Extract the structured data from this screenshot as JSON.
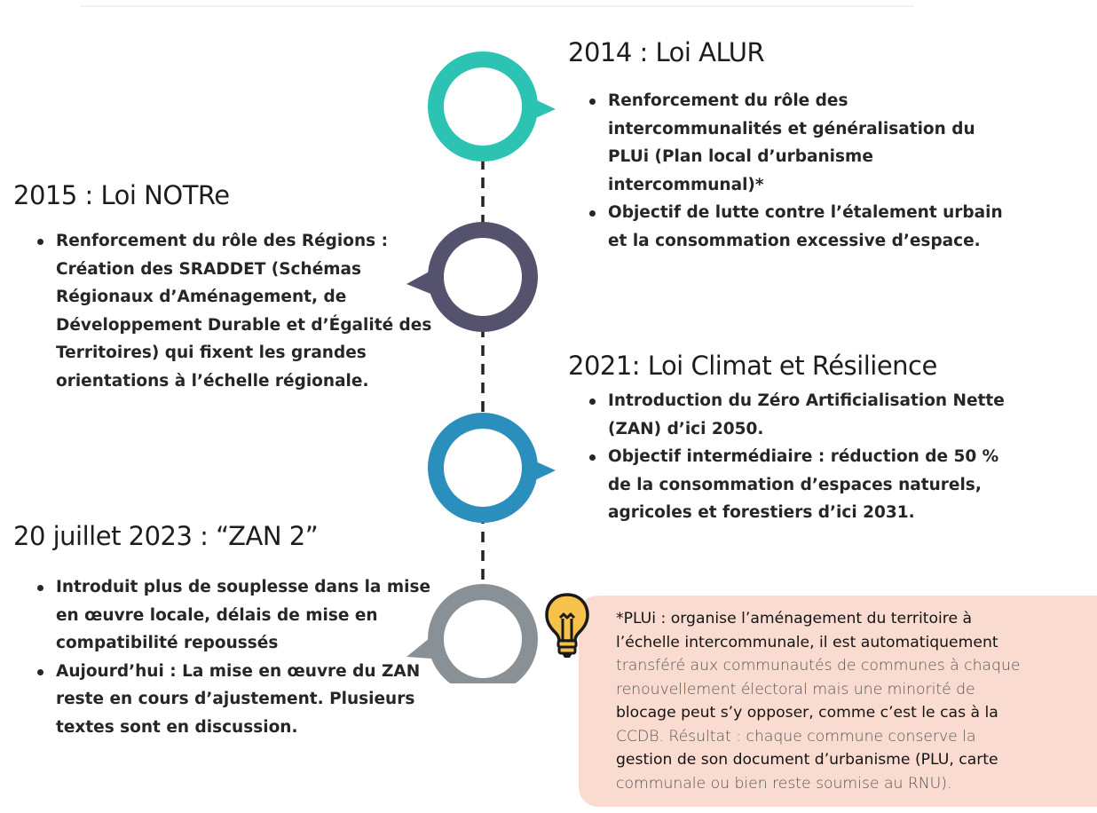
{
  "events": {
    "alur": {
      "heading": "2014 : Loi ALUR",
      "bullets": [
        "Renforcement du rôle des intercommunalités et généralisation du PLUi (Plan local d’urbanisme intercommunal)*",
        "Objectif de lutte contre l’étalement urbain et la consommation excessive d’espace."
      ]
    },
    "notre": {
      "heading": "2015 : Loi NOTRe",
      "bullets": [
        "Renforcement du rôle des Régions : Création des SRADDET (Schémas Régionaux d’Aménagement, de Développement Durable et d’Égalité des Territoires) qui fixent les grandes orientations à l’échelle régionale."
      ]
    },
    "climat": {
      "heading": "2021: Loi Climat et Résilience",
      "bullets": [
        "Introduction du Zéro Artificialisation Nette (ZAN) d’ici 2050.",
        "Objectif intermédiaire : réduction de 50 % de la consommation d’espaces naturels, agricoles et forestiers d’ici 2031."
      ]
    },
    "zan2": {
      "heading": "20 juillet 2023 : “ZAN 2”",
      "bullets": [
        "Introduit plus de souplesse dans la mise en œuvre locale, délais de mise en compatibilité repoussés",
        "Aujourd’hui : La mise en œuvre du ZAN reste en cours d’ajustement. Plusieurs textes sont en discussion."
      ]
    }
  },
  "note": {
    "lines": [
      "*PLUi : organise l’aménagement du territoire à",
      "l’échelle intercommunale, il est automatiquement",
      "transféré aux communautés de communes à chaque",
      "renouvellement électoral mais une minorité de",
      "blocage peut s’y opposer, comme c’est le cas à la",
      "CCDB. Résultat : chaque commune conserve la",
      "gestion de son document d’urbanisme (PLU, carte",
      "communale ou bien reste soumise au RNU)."
    ],
    "icon": "lightbulb-icon",
    "background": "#fadbd0"
  },
  "colors": {
    "circle_2014": "#2cc3b3",
    "circle_2015": "#55526d",
    "circle_2021": "#2a8fbd",
    "circle_2023": "#8a9196",
    "bulb": "#f6c24c"
  }
}
